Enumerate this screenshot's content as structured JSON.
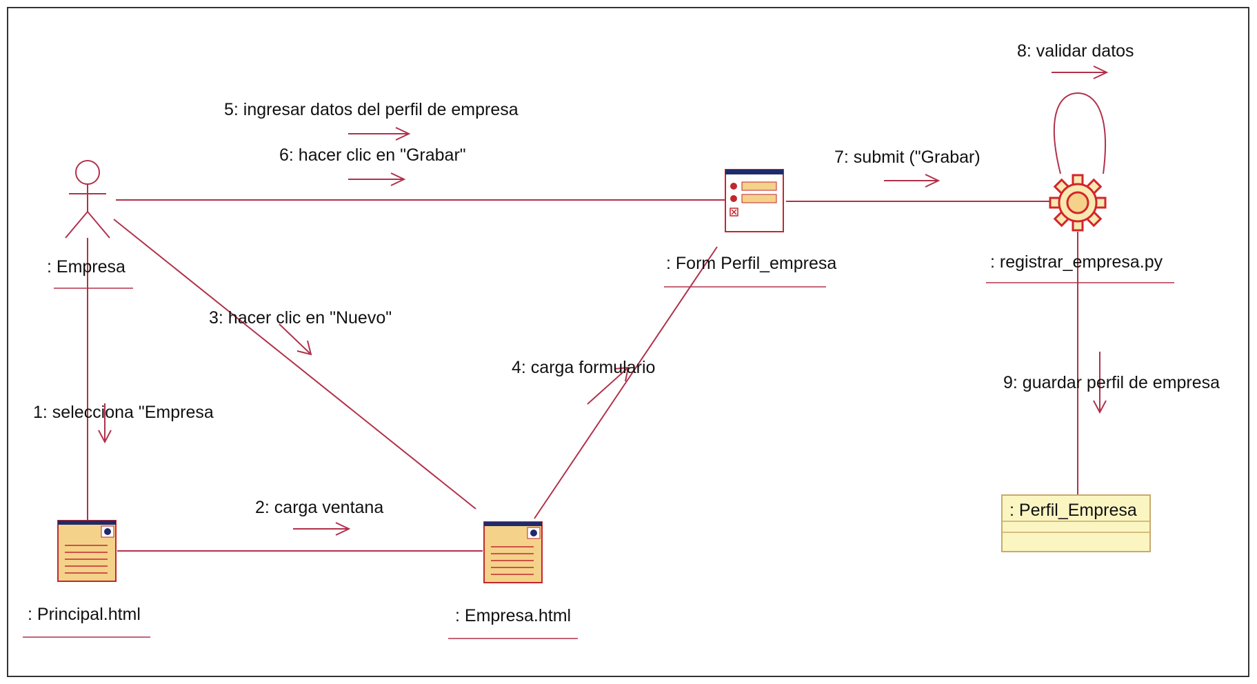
{
  "colors": {
    "link": "#b0304a",
    "frame": "#333333",
    "page_icon_fill": "#f4d28a",
    "page_icon_border": "#c1272d",
    "page_icon_bar": "#1f2a6b",
    "entity_fill": "#fbf5c2",
    "entity_border": "#c9a96b",
    "gear": "#d4242b",
    "gear_fill": "#f7e9b0"
  },
  "objects": {
    "actor": ": Empresa",
    "principal": ": Principal.html",
    "empresa_page": ": Empresa.html",
    "form": ": Form Perfil_empresa",
    "controller": ": registrar_empresa.py",
    "entity": ": Perfil_Empresa"
  },
  "messages": {
    "m1": "1: selecciona \"Empresa",
    "m2": "2: carga ventana",
    "m3": "3: hacer clic en \"Nuevo\"",
    "m4": "4: carga formulario",
    "m5": "5: ingresar datos del perfil de empresa",
    "m6": "6: hacer clic en \"Grabar\"",
    "m7": "7: submit (\"Grabar)",
    "m8": "8: validar datos",
    "m9": "9: guardar  perfil de empresa"
  },
  "icons": {
    "actor": "stick-figure-icon",
    "page": "web-page-icon",
    "form": "form-icon",
    "controller": "gear-icon",
    "entity": "class-box-icon"
  }
}
